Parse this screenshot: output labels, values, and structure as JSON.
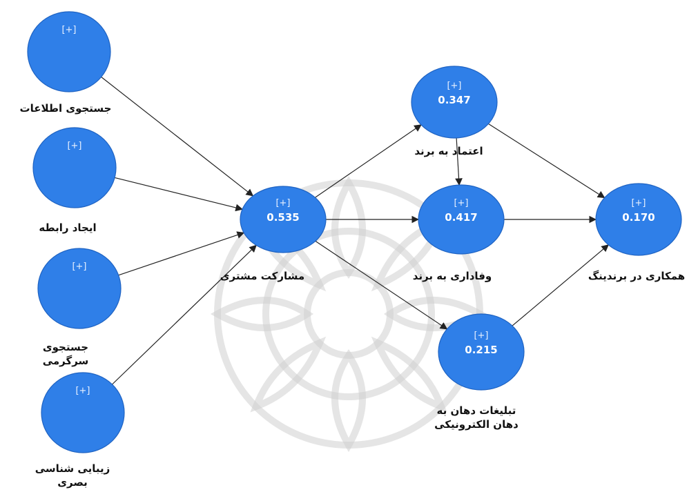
{
  "diagram": {
    "nodes": [
      {
        "id": "info_search",
        "plus": "[+]",
        "value": "",
        "label": [
          "جستجوی اطلاعات"
        ]
      },
      {
        "id": "relationship",
        "plus": "[+]",
        "value": "",
        "label": [
          "ایجاد رابطه"
        ]
      },
      {
        "id": "entertainment",
        "plus": "[+]",
        "value": "",
        "label": [
          "جستجوی",
          "سرگرمی"
        ]
      },
      {
        "id": "aesthetics",
        "plus": "[+]",
        "value": "",
        "label": [
          "زیبایی شناسی",
          "بصری"
        ]
      },
      {
        "id": "engagement",
        "plus": "[+]",
        "value": "0.535",
        "label": [
          "مشارکت مشتری"
        ]
      },
      {
        "id": "trust",
        "plus": "[+]",
        "value": "0.347",
        "label": [
          "اعتماد به برند"
        ]
      },
      {
        "id": "loyalty",
        "plus": "[+]",
        "value": "0.417",
        "label": [
          "وفاداری به برند"
        ]
      },
      {
        "id": "ewom",
        "plus": "[+]",
        "value": "0.215",
        "label": [
          "تبلیغات دهان به",
          "دهان الکترونیکی"
        ]
      },
      {
        "id": "cocreation",
        "plus": "[+]",
        "value": "0.170",
        "label": [
          "همکاری در برندینگ"
        ]
      }
    ],
    "edges": [
      {
        "from": "info_search",
        "to": "engagement"
      },
      {
        "from": "relationship",
        "to": "engagement"
      },
      {
        "from": "entertainment",
        "to": "engagement"
      },
      {
        "from": "aesthetics",
        "to": "engagement"
      },
      {
        "from": "engagement",
        "to": "trust"
      },
      {
        "from": "engagement",
        "to": "loyalty"
      },
      {
        "from": "engagement",
        "to": "ewom"
      },
      {
        "from": "trust",
        "to": "loyalty"
      },
      {
        "from": "trust",
        "to": "cocreation"
      },
      {
        "from": "loyalty",
        "to": "cocreation"
      },
      {
        "from": "ewom",
        "to": "cocreation"
      }
    ]
  }
}
